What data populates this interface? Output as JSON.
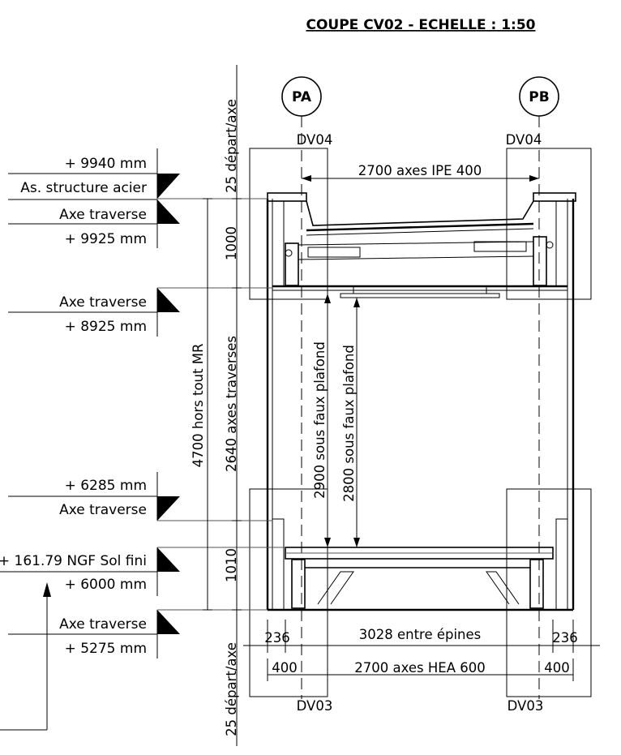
{
  "title": "COUPE CV02 - ECHELLE : 1:50",
  "grid": {
    "left_id": "PA",
    "right_id": "PB",
    "top_left_ref": "DV04",
    "top_right_ref": "DV04",
    "bottom_left_ref": "DV03",
    "bottom_right_ref": "DV03"
  },
  "levels": [
    {
      "line1": "+ 9940 mm",
      "line2": "As. structure acier"
    },
    {
      "line1": "Axe traverse",
      "line2": "+ 9925 mm"
    },
    {
      "line1": "Axe traverse",
      "line2": "+ 8925 mm"
    },
    {
      "line1": "+ 6285 mm",
      "line2": "Axe traverse"
    },
    {
      "line1": "+ 161.79 NGF Sol fini",
      "line2": "+ 6000 mm"
    },
    {
      "line1": "Axe traverse",
      "line2": "+ 5275 mm"
    }
  ],
  "dimensions": {
    "top_axes": "2700 axes IPE 400",
    "top_offset": "25 départ/axe",
    "bottom_offset": "25 départ/axe",
    "upper_height": "1000",
    "lower_height": "1010",
    "overall_height": "4700 hors tout MR",
    "axes_height": "2640 axes traverses",
    "ceiling_1": "2900 sous faux plafond",
    "ceiling_2": "2800 sous faux plafond",
    "left_spine": "236",
    "right_spine": "236",
    "between_spines": "3028 entre épines",
    "left_bottom": "400",
    "right_bottom": "400",
    "bottom_axes": "2700 axes HEA 600"
  }
}
